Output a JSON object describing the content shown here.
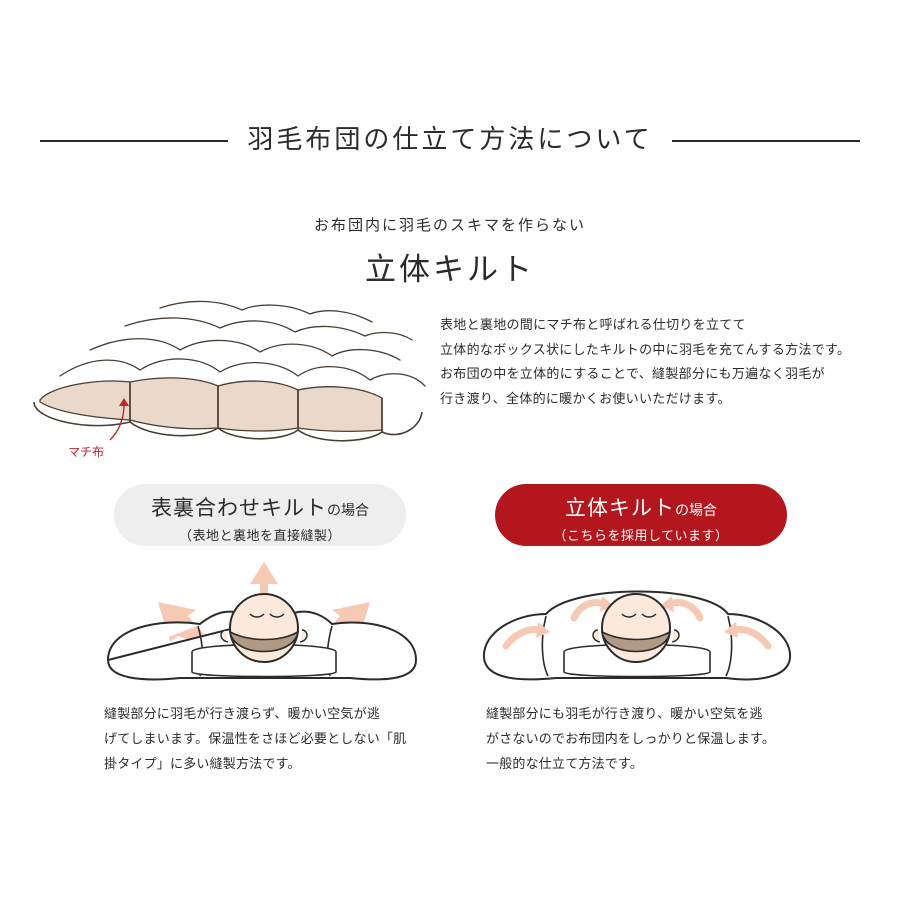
{
  "header": {
    "title": "羽毛布団の仕立て方法について"
  },
  "intro": {
    "subtitle": "お布団内に羽毛のスキマを作らない",
    "title": "立体キルト",
    "description_lines": [
      "表地と裏地の間にマチ布と呼ばれる仕切りを立てて",
      "立体的なボックス状にしたキルトの中に羽毛を充てんする方法です。",
      "お布団の中を立体的にすることで、縫製部分にも万遍なく羽毛が",
      "行き渡り、全体的に暖かくお使いいただけます。"
    ],
    "diagram_label": "マチ布"
  },
  "comparison": {
    "left": {
      "title": "表裏合わせキルト",
      "suffix": "の場合",
      "note": "（表地と裏地を直接縫製）",
      "caption_lines": [
        "縫製部分に羽毛が行き渡らず、暖かい空気が逃",
        "げてしまいます。保温性をさほど必要としない「肌",
        "掛タイプ」に多い縫製方法です。"
      ]
    },
    "right": {
      "title": "立体キルト",
      "suffix": "の場合",
      "note": "（こちらを採用しています）",
      "caption_lines": [
        "縫製部分にも羽毛が行き渡り、暖かい空気を逃",
        "がさないのでお布団内をしっかりと保温します。",
        "一般的な仕立て方法です。"
      ]
    }
  },
  "colors": {
    "accent_red": "#b3161d",
    "pill_gray": "#eeeeee",
    "machi_fill": "#ead8cb",
    "arrow_fill": "#f6c9b5",
    "skin": "#fbe9dc",
    "hair": "#b09a86"
  }
}
